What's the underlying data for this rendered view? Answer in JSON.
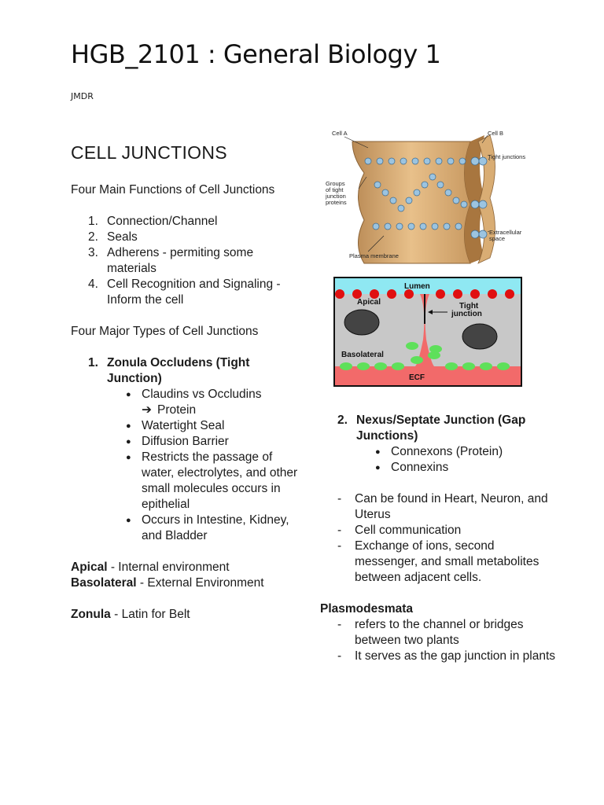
{
  "header": {
    "title": "HGB_2101 : General Biology 1",
    "author": "JMDR"
  },
  "section_title": "CELL JUNCTIONS",
  "functions": {
    "heading": "Four Main Functions of Cell Junctions",
    "items": [
      "Connection/Channel",
      "Seals",
      "Adherens - permiting some materials",
      "Cell Recognition and Signaling - Inform the cell"
    ]
  },
  "types": {
    "heading": "Four Major Types of Cell Junctions"
  },
  "zonula": {
    "number": "1.",
    "title": "Zonula Occludens (Tight Junction)",
    "bullet1": "Claudins vs Occludins",
    "arrow": "Protein",
    "bullet2": "Watertight Seal",
    "bullet3": "Diffusion Barrier",
    "bullet4": "Restricts the passage of water, electrolytes, and other small molecules occurs in epithelial",
    "bullet5": "Occurs in Intestine, Kidney, and Bladder"
  },
  "definitions": {
    "apical_term": "Apical",
    "apical_def": " - Internal environment",
    "baso_term": "Basolateral",
    "baso_def": " - External Environment",
    "zonula_term": "Zonula",
    "zonula_def": " - Latin for Belt"
  },
  "nexus": {
    "number": "2.",
    "title": "Nexus/Septate Junction (Gap Junctions)",
    "bullets": [
      "Connexons (Protein)",
      "Connexins"
    ],
    "dashes": [
      "Can be found in Heart, Neuron, and Uterus",
      "Cell communication",
      "Exchange of ions, second messenger, and small metabolites between adjacent cells."
    ]
  },
  "plasmodesmata": {
    "heading": "Plasmodesmata",
    "dashes": [
      "refers to the channel or bridges between two plants",
      "It serves as the gap junction in plants"
    ]
  },
  "figure1": {
    "cell_a": "Cell A",
    "cell_b": "Cell B",
    "tight": "Tight junctions",
    "groups_1": "Groups",
    "groups_2": "of tight",
    "groups_3": "junction",
    "groups_4": "proteins",
    "extra_1": "Extracellular",
    "extra_2": "space",
    "plasma": "Plasma membrane"
  },
  "figure2": {
    "lumen": "Lumen",
    "apical": "Apical",
    "tight_1": "Tight",
    "tight_2": "junction",
    "basolateral": "Basolateral",
    "ecf": "ECF",
    "colors": {
      "lumen": "#8fe8f2",
      "cell": "#c8c8c8",
      "ecf": "#f26a6a",
      "red_dot": "#e01010",
      "green_dot": "#5ee05a"
    }
  }
}
